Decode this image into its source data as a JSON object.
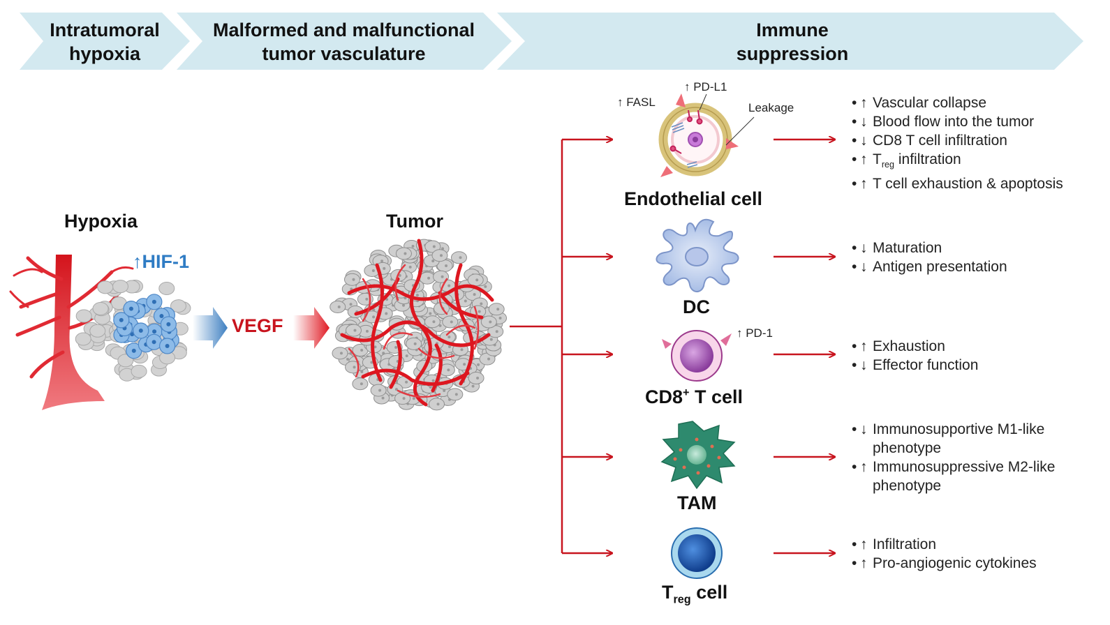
{
  "colors": {
    "banner": "#d3e9f0",
    "arrow_red": "#c8141e",
    "vessel_red": "#e01b24",
    "hif_blue": "#2f7cc4",
    "cell_blue": "#7fb3e6",
    "tumor_gray": "#c9c9c9"
  },
  "banners": [
    {
      "line1": "Intratumoral",
      "line2": "hypoxia"
    },
    {
      "line1": "Malformed and malfunctional",
      "line2": "tumor vasculature"
    },
    {
      "line1": "Immune",
      "line2": "suppression"
    }
  ],
  "left": {
    "hypoxia_title": "Hypoxia",
    "hif_label": "↑HIF-1",
    "vegf_label": "VEGF",
    "tumor_title": "Tumor"
  },
  "cells": {
    "endothelial": {
      "title": "Endothelial cell",
      "fasl": "↑ FASL",
      "pdl1": "↑ PD-L1",
      "leakage": "Leakage",
      "effects": [
        {
          "arrow": "↑",
          "text": "Vascular collapse"
        },
        {
          "arrow": "↓",
          "text": "Blood flow into the tumor"
        },
        {
          "arrow": "↓",
          "text": "CD8 T cell infiltration"
        },
        {
          "arrow": "↑",
          "t": "T",
          "sub": "reg",
          "rest": " infiltration"
        },
        {
          "arrow": "↑",
          "text": "T cell exhaustion & apoptosis"
        }
      ]
    },
    "dc": {
      "title": "DC",
      "effects": [
        {
          "arrow": "↓",
          "text": "Maturation"
        },
        {
          "arrow": "↓",
          "text": "Antigen presentation"
        }
      ]
    },
    "cd8": {
      "title_main": "CD8",
      "title_sup": "+",
      "title_rest": " T cell",
      "pd1": "↑ PD-1",
      "effects": [
        {
          "arrow": "↑",
          "text": "Exhaustion"
        },
        {
          "arrow": "↓",
          "text": "Effector function"
        }
      ]
    },
    "tam": {
      "title": "TAM",
      "effects": [
        {
          "arrow": "↓",
          "text": "Immunosupportive M1-like phenotype"
        },
        {
          "arrow": "↑",
          "text": "Immunosuppressive M2-like phenotype"
        }
      ]
    },
    "treg": {
      "title_main": "T",
      "title_sub": "reg",
      "title_rest": " cell",
      "effects": [
        {
          "arrow": "↑",
          "text": "Infiltration"
        },
        {
          "arrow": "↑",
          "text": "Pro-angiogenic cytokines"
        }
      ]
    }
  }
}
